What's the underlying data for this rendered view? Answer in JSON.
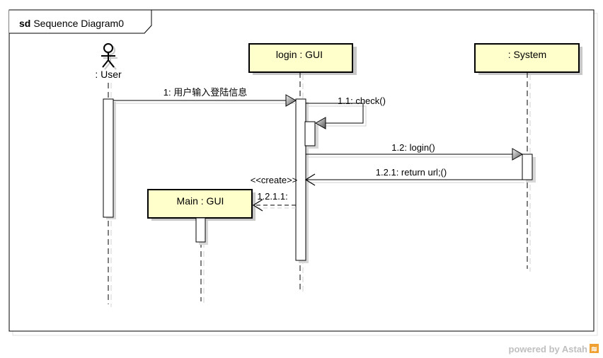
{
  "frame": {
    "keyword": "sd",
    "name": "Sequence Diagram0"
  },
  "lifelines": {
    "user": {
      "label": ": User"
    },
    "login_gui": {
      "label": "login : GUI"
    },
    "system": {
      "label": ": System"
    },
    "main_gui": {
      "label": "Main : GUI"
    }
  },
  "messages": {
    "m1": "1: 用户输入登陆信息",
    "m11": "1.1: check()",
    "m12": "1.2: login()",
    "m121": "1.2.1: return url;()",
    "create_stereotype": "<<create>>",
    "m1211": "1.2.1.1:"
  },
  "footer": {
    "powered_by": "powered by Astah"
  },
  "colors": {
    "lifeline_fill": "#ffffcc",
    "shadow": "#c8c8c8",
    "brand_orange": "#f0a030"
  }
}
